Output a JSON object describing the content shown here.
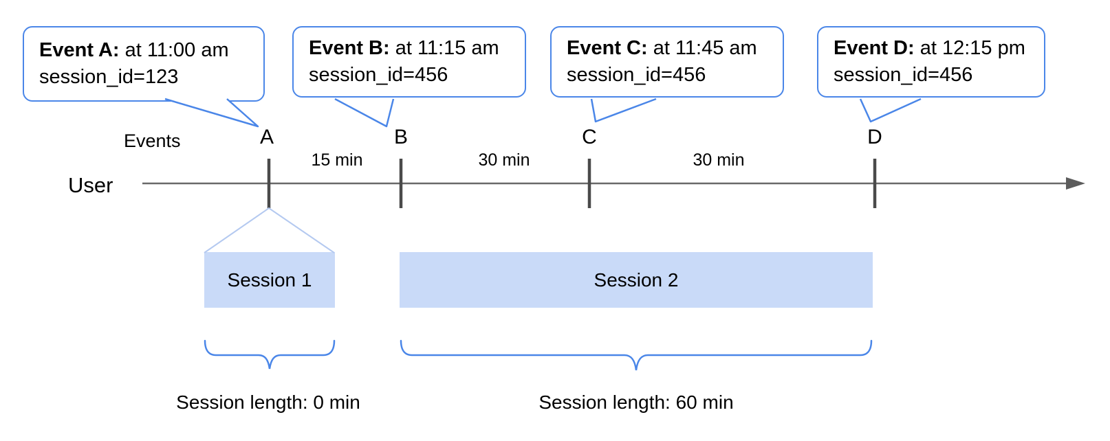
{
  "colors": {
    "callout_border": "#4a86e8",
    "brace": "#4a86e8",
    "session_fill": "#c9daf8",
    "funnel_line": "#b4c9f0",
    "axis_line": "#696969",
    "tick": "#4a4a4a",
    "text": "#000000"
  },
  "labels": {
    "events_axis": "Events",
    "user_axis": "User"
  },
  "events": [
    {
      "letter": "A",
      "callout_title": "Event A:",
      "callout_time": " at 11:00 am",
      "callout_session": "session_id=123"
    },
    {
      "letter": "B",
      "callout_title": "Event B:",
      "callout_time": " at 11:15 am",
      "callout_session": "session_id=456"
    },
    {
      "letter": "C",
      "callout_title": "Event C:",
      "callout_time": " at 11:45 am",
      "callout_session": "session_id=456"
    },
    {
      "letter": "D",
      "callout_title": "Event D:",
      "callout_time": " at 12:15 pm",
      "callout_session": "session_id=456"
    }
  ],
  "intervals": [
    {
      "label": "15 min"
    },
    {
      "label": "30 min"
    },
    {
      "label": "30 min"
    }
  ],
  "sessions": [
    {
      "label": "Session 1",
      "length": "Session length: 0 min"
    },
    {
      "label": "Session 2",
      "length": "Session length: 60 min"
    }
  ]
}
